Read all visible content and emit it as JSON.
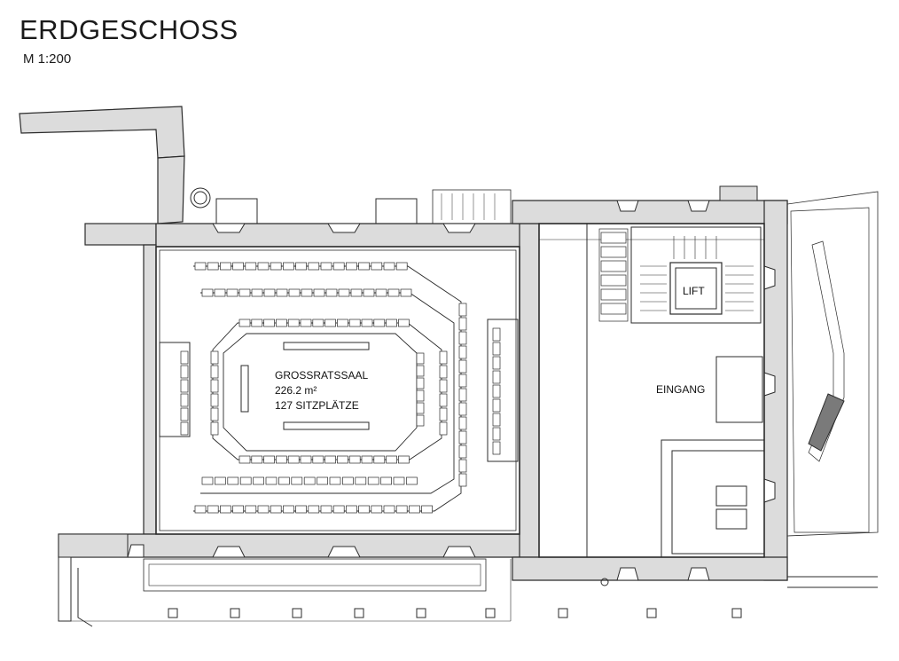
{
  "header": {
    "title": "ERDGESCHOSS",
    "scale": "M  1:200"
  },
  "rooms": {
    "hall": {
      "name": "GROSSRATSSAAL",
      "area": "226.2 m²",
      "seats": "127 SITZPLÄTZE"
    },
    "lift": "LIFT",
    "entrance": "EINGANG"
  },
  "colors": {
    "wall_fill": "#dcdcdc",
    "line": "#2b2b2b",
    "background": "#ffffff"
  }
}
